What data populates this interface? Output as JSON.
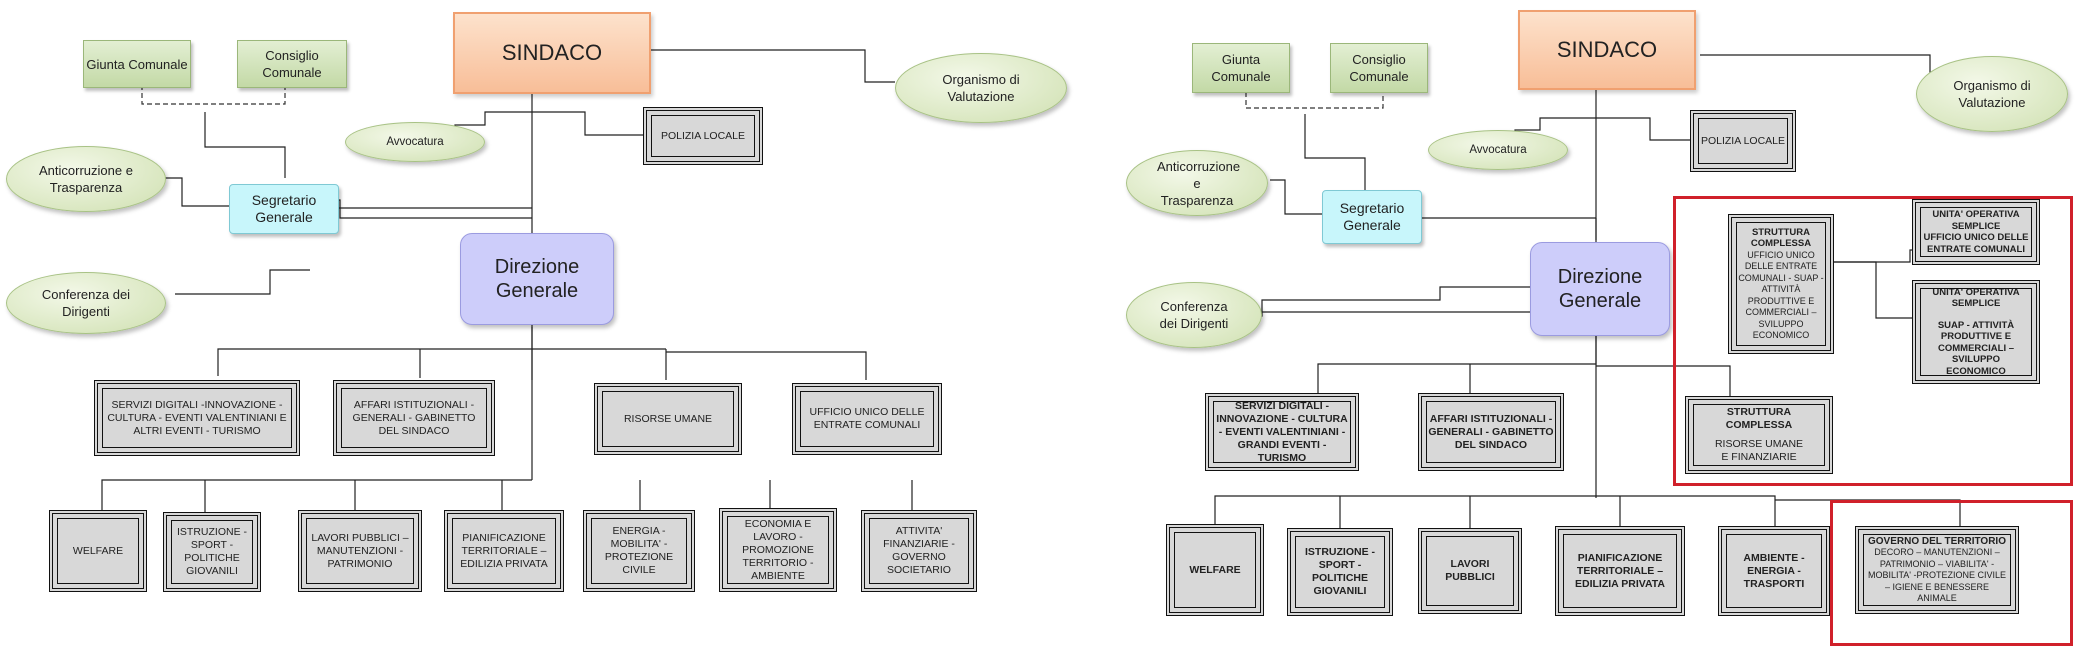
{
  "colors": {
    "highlight": "#d0202a",
    "direzione": "#cdcdfa",
    "sindaco": "#f8be98",
    "segretario": "#c8f6fb",
    "green": "#c3d9a6",
    "dept": "#d8d8d8"
  },
  "left": {
    "giunta": "Giunta Comunale",
    "consiglio": "Consiglio Comunale",
    "sindaco": "SINDACO",
    "organismo": "Organismo di Valutazione",
    "avvocatura": "Avvocatura",
    "polizia": "POLIZIA LOCALE",
    "anticorruzione": "Anticorruzione e Trasparenza",
    "segretario": "Segretario Generale",
    "direzione": "Direzione Generale",
    "conferenza": "Conferenza dei Dirigenti",
    "level1": [
      "SERVIZI DIGITALI -INNOVAZIONE - CULTURA - EVENTI VALENTINIANI E ALTRI EVENTI - TURISMO",
      "AFFARI ISTITUZIONALI - GENERALI - GABINETTO DEL SINDACO",
      "RISORSE UMANE",
      "UFFICIO UNICO DELLE ENTRATE COMUNALI"
    ],
    "level2": [
      "WELFARE",
      "ISTRUZIONE - SPORT - POLITICHE GIOVANILI",
      "LAVORI PUBBLICI – MANUTENZIONI - PATRIMONIO",
      "PIANIFICAZIONE TERRITORIALE – EDILIZIA PRIVATA",
      "ENERGIA - MOBILITA' - PROTEZIONE CIVILE",
      "ECONOMIA E LAVORO - PROMOZIONE TERRITORIO - AMBIENTE",
      "ATTIVITA' FINANZIARIE - GOVERNO SOCIETARIO"
    ]
  },
  "right": {
    "giunta": "Giunta Comunale",
    "consiglio": "Consiglio Comunale",
    "sindaco": "SINDACO",
    "organismo": "Organismo di Valutazione",
    "avvocatura": "Avvocatura",
    "polizia": "POLIZIA LOCALE",
    "anticorruzione": "Anticorruzione e Trasparenza",
    "segretario": "Segretario Generale",
    "direzione": "Direzione Generale",
    "conferenza": "Conferenza dei Dirigenti",
    "struttura1_title": "STRUTTURA COMPLESSA",
    "struttura1_body": "UFFICIO UNICO DELLE ENTRATE COMUNALI - SUAP - ATTIVITÀ PRODUTTIVE E COMMERCIALI – SVILUPPO ECONOMICO",
    "uos1_title": "UNITA' OPERATIVA SEMPLICE",
    "uos1_body": "UFFICIO UNICO DELLE ENTRATE COMUNALI",
    "uos2_title": "UNITA' OPERATIVA SEMPLICE",
    "uos2_body": "SUAP - ATTIVITÀ PRODUTTIVE E COMMERCIALI – SVILUPPO ECONOMICO",
    "struttura2_title": "STRUTTURA COMPLESSA",
    "struttura2_body": "RISORSE UMANE E FINANZIARIE",
    "level1": [
      "SERVIZI DIGITALI -INNOVAZIONE - CULTURA - EVENTI VALENTINIANI - GRANDI EVENTI - TURISMO",
      "AFFARI ISTITUZIONALI - GENERALI - GABINETTO DEL SINDACO"
    ],
    "level2": [
      "WELFARE",
      "ISTRUZIONE - SPORT - POLITICHE GIOVANILI",
      "LAVORI PUBBLICI",
      "PIANIFICAZIONE TERRITORIALE – EDILIZIA PRIVATA",
      "AMBIENTE - ENERGIA - TRASPORTI"
    ],
    "governo_title": "GOVERNO DEL TERRITORIO",
    "governo_body": "DECORO – MANUTENZIONI – PATRIMONIO – VIABILITA' - MOBILITA' -PROTEZIONE CIVILE – IGIENE E BENESSERE ANIMALE"
  }
}
